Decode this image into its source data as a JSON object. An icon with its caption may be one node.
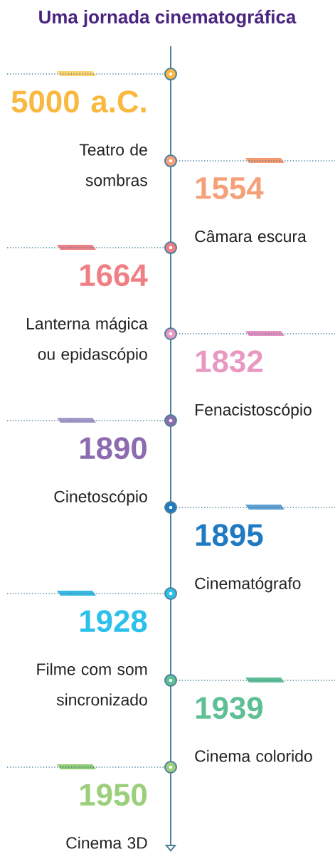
{
  "diagram": {
    "title": "Uma jornada cinematográfica",
    "nodes": [
      {
        "text": [
          "5000 a.C.",
          "Teatro de sombras"
        ]
      },
      {
        "text": [
          "1554",
          "Câmara escura"
        ]
      },
      {
        "text": [
          "1664",
          "Lanterna mágica ou epidascópio"
        ]
      },
      {
        "text": [
          "1832",
          "Fenacistoscópio"
        ]
      },
      {
        "text": [
          "1890",
          "Cinetoscópio"
        ]
      },
      {
        "text": [
          "1895",
          "Cinematógrafo"
        ]
      },
      {
        "text": [
          "1928",
          "Filme com som sincronizado"
        ]
      },
      {
        "text": [
          "1939",
          "Cinema colorido"
        ]
      },
      {
        "text": [
          "1950",
          "Cinema 3D"
        ]
      }
    ]
  }
}
